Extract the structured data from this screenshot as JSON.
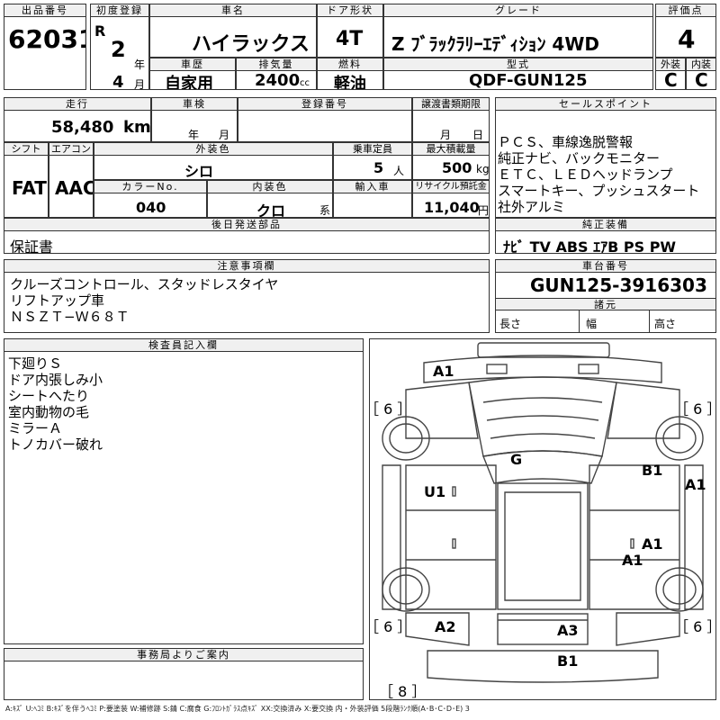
{
  "header": {
    "lot_label": "出品番号",
    "lot_number": "62031",
    "first_reg_label": "初度登録",
    "era": "R",
    "year_num": "2",
    "year_unit": "年",
    "month_num": "4",
    "month_unit": "月",
    "name_label": "車名",
    "car_name": "ハイラックス",
    "door_label": "ドア形状",
    "door": "4T",
    "grade_label": "グレード",
    "grade": "Z ﾌﾞﾗｯｸﾗﾘｰｴﾃﾞｨｼｮﾝ 4WD",
    "score_label": "評価点",
    "score": "4",
    "history_label": "車歴",
    "history": "自家用",
    "displacement_label": "排気量",
    "displacement": "2400",
    "displacement_unit": "cc",
    "fuel_label": "燃料",
    "fuel": "軽油",
    "model_label": "型式",
    "model": "QDF-GUN125",
    "ext_label": "外装",
    "ext_grade": "C",
    "int_label": "内装",
    "int_grade": "C"
  },
  "row2": {
    "mileage_label": "走行",
    "mileage": "58,480",
    "mileage_unit": "km",
    "inspection_label": "車検",
    "insp_year_unit": "年",
    "insp_month_unit": "月",
    "reg_label": "登録番号",
    "transfer_label": "譲渡書類期限",
    "transfer_month": "月",
    "transfer_day": "日",
    "shift_label": "シフト",
    "shift": "FAT",
    "ac_label": "エアコン",
    "ac": "AAC",
    "color_label": "外装色",
    "color": "シロ",
    "capacity_label": "乗車定員",
    "capacity": "5",
    "capacity_unit": "人",
    "load_label": "最大積載量",
    "load": "500",
    "load_unit": "kg",
    "color_no_label": "カラーNo.",
    "color_no": "040",
    "int_color_label": "内装色",
    "int_color": "クロ",
    "int_color_unit": "系",
    "import_label": "輸入車",
    "recycle_label": "リサイクル預託金",
    "recycle": "11,040",
    "recycle_unit": "円",
    "parts_label": "後日発送部品",
    "parts": "保証書"
  },
  "sales_points": {
    "label": "セールスポイント",
    "lines": [
      "ＰＣＳ、車線逸脱警報",
      "純正ナビ、バックモニター",
      "ＥＴＣ、ＬＥＤヘッドランプ",
      "スマートキー、プッシュスタート",
      "社外アルミ"
    ]
  },
  "equipment": {
    "label": "純正装備",
    "items": "ﾅﾋﾞ TV ABS ｴｱB PS PW"
  },
  "notes": {
    "label": "注意事項欄",
    "lines": [
      "クルーズコントロール、スタッドレスタイヤ",
      "リフトアップ車",
      "ＮＳＺＴ−Ｗ６８Ｔ"
    ]
  },
  "chassis": {
    "label": "車台番号",
    "number": "GUN125-3916303",
    "specs_label": "諸元",
    "length": "長さ",
    "width": "幅",
    "height": "高さ"
  },
  "inspector": {
    "label": "検査員記入欄",
    "lines": [
      "下廻りＳ",
      "ドア内張しみ小",
      "シートへたり",
      "室内動物の毛",
      "ミラーＡ",
      "トノカバー破れ"
    ]
  },
  "office": {
    "label": "事務局よりご案内"
  },
  "diagram": {
    "marks": {
      "a1_top": "A1",
      "g": "G",
      "b1_right": "B1",
      "u1": "U1",
      "a1_side": "A1",
      "a1_mid": "A1",
      "a1_mid2": "A1",
      "a2": "A2",
      "a3": "A3",
      "b1_bottom": "B1"
    },
    "tires": {
      "fl": "［ 6 ］",
      "fr": "［ 6 ］",
      "rl": "［ 6 ］",
      "rr": "［ 6 ］",
      "spare": "［ 8 ］"
    }
  },
  "legend": "A:ｷｽﾞ U:ﾍｺﾐ B:ｷｽﾞを伴うﾍｺﾐ P:要塗装 W:補修跡 S:錆 C:腐食 G:ﾌﾛﾝﾄｶﾞﾗｽ点ｷｽﾞ XX:交換済み X:要交換 内・外装評価 5段階ﾗﾝｸ順(A･B･C･D･E) 3"
}
